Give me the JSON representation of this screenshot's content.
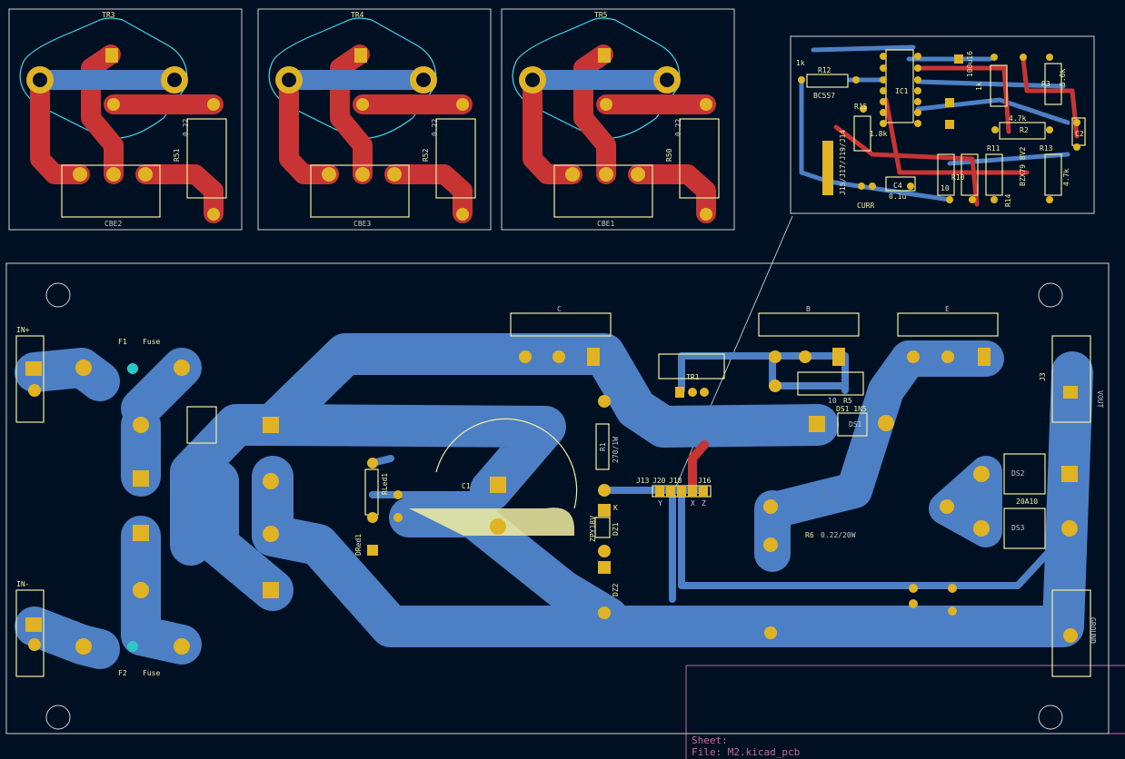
{
  "title_block": {
    "sheet_label": "Sheet:",
    "file_label": "File: M2.kicad_pcb"
  },
  "colors": {
    "background": "#001023",
    "front_copper": "#c83434",
    "back_copper": "#4d7fc4",
    "pads": "#e0b325",
    "silkscreen": "#f2eda1",
    "edge_cuts": "#d0d2cd",
    "sheet_frame": "#c86aa0"
  },
  "transistor_boards": [
    {
      "ref": "TR3",
      "resistor": "R51",
      "value": "0.22",
      "cap": "CBE2"
    },
    {
      "ref": "TR4",
      "resistor": "R52",
      "value": "0.22",
      "cap": "CBE3"
    },
    {
      "ref": "TR5",
      "resistor": "R50",
      "value": "0.22",
      "cap": "CBE1"
    }
  ],
  "control_board": {
    "labels": [
      "R12",
      "1k",
      "BC557",
      "IC1",
      "R15",
      "1.8k",
      "C4",
      "0.1u",
      "CURR",
      "R2",
      "4.7k",
      "C2",
      "R13",
      "4.7k",
      "BZX79 8V2",
      "R14",
      "R10",
      "10",
      "R11",
      "1k",
      "R3",
      "5.6k",
      "100u16",
      "J15/J17/J19/J14"
    ]
  },
  "main_board": {
    "in_plus": "IN+",
    "in_minus": "IN-",
    "f1": "F1",
    "f2": "F2",
    "fuse": "Fuse",
    "conn_c": "C",
    "conn_b": "B",
    "conn_e": "E",
    "tr1": "TR1",
    "r5": "R5",
    "r5_val": "10",
    "ds1": "DS1",
    "ds1_val": "DS1 1N5",
    "r1": "R1",
    "r1_val": "270/1W",
    "j13": "J13",
    "j20": "J20",
    "j18": "J18",
    "j16": "J16",
    "y": "Y",
    "x": "X",
    "z": "Z",
    "r6": "R6",
    "r6_val": "0.22/20W",
    "dz1": "DZ1",
    "dz2": "DZ2",
    "zpy": "ZPY18V",
    "k": "K",
    "c1": "C1",
    "rled": "RLed1",
    "dred": "DRed1",
    "ds2": "DS2",
    "ds3": "DS3",
    "ds_val": "20A10",
    "j3": "J3",
    "vout": "VOUT",
    "ground": "GROUND"
  }
}
